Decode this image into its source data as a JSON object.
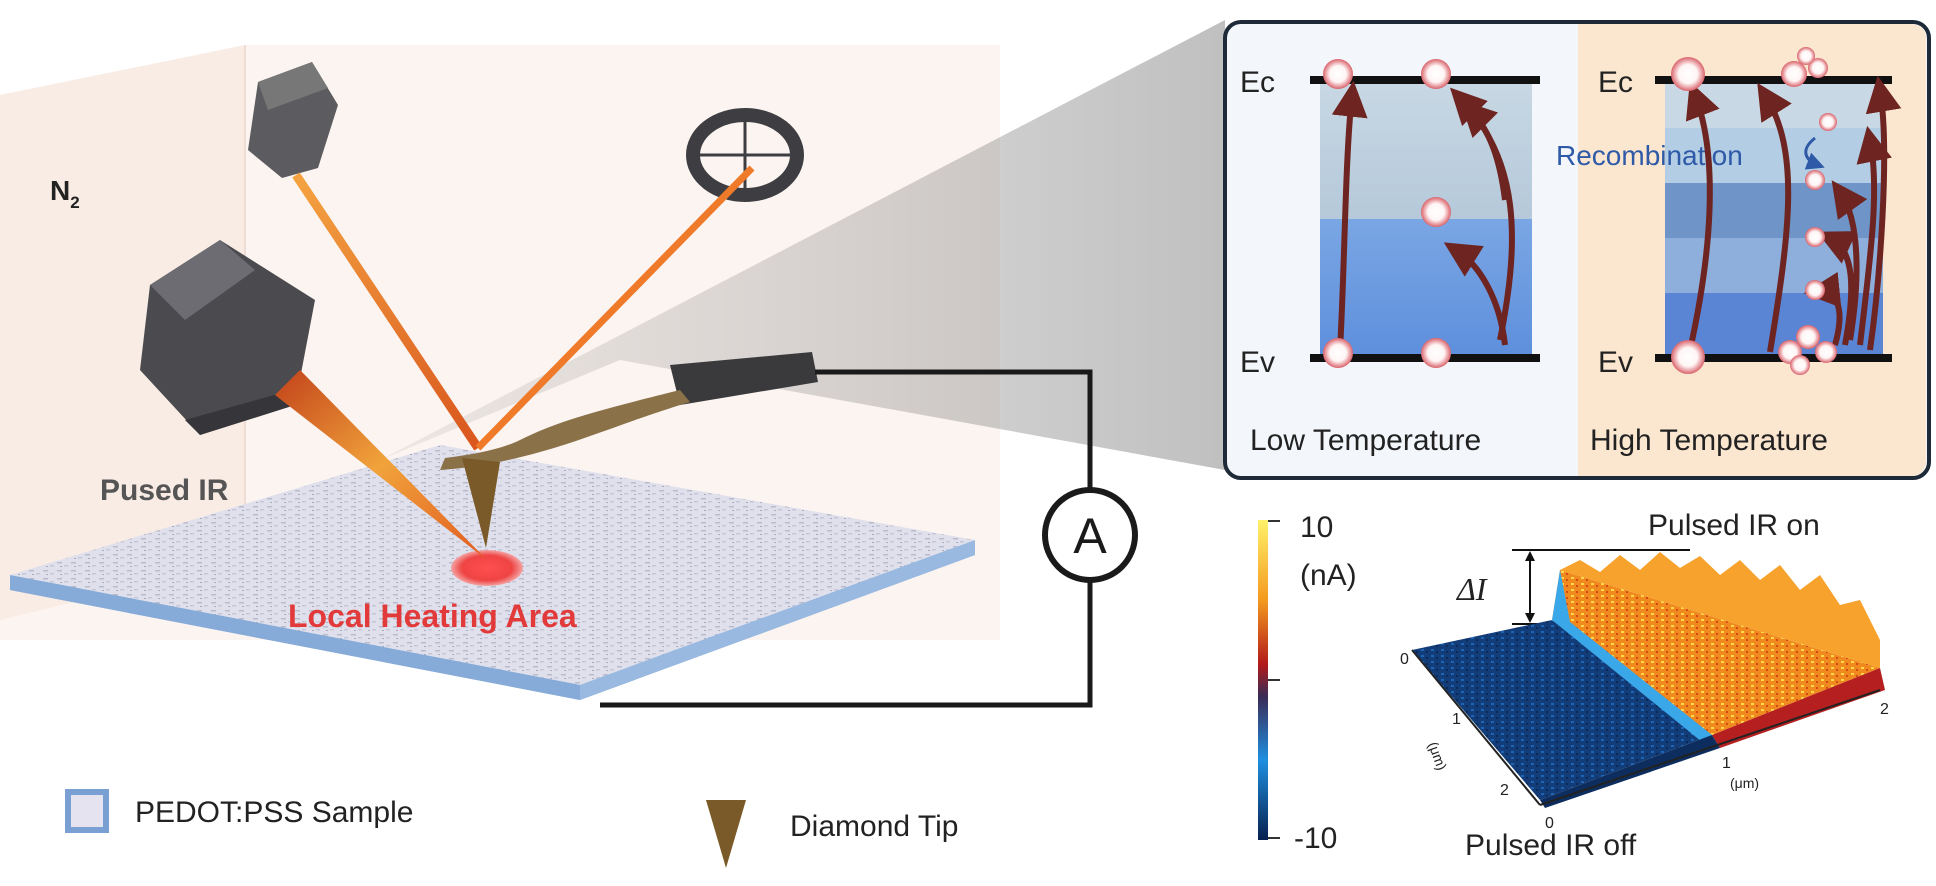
{
  "left": {
    "gas_main": "N",
    "gas_sub": "2",
    "ir_label": "Pused IR",
    "heating_label": "Local Heating Area",
    "ammeter_symbol": "A"
  },
  "legend": {
    "sample": "PEDOT:PSS Sample",
    "tip": "Diamond Tip"
  },
  "bands": {
    "low": {
      "title": "Low Temperature",
      "ec": "Ec",
      "ev": "Ev"
    },
    "high": {
      "title": "High Temperature",
      "ec": "Ec",
      "ev": "Ev",
      "recombination": "Recombination"
    }
  },
  "afm": {
    "colorbar_max": "10",
    "colorbar_unit": "(nA)",
    "colorbar_min": "-10",
    "on_label": "Pulsed IR on",
    "off_label": "Pulsed IR off",
    "delta_label": "ΔI",
    "axis_unit": "(μm)",
    "x_ticks": [
      "0",
      "1",
      "2"
    ],
    "y_ticks": [
      "0",
      "1",
      "2"
    ]
  },
  "colors": {
    "laser": "#e8742a",
    "heating": "#e23a3a",
    "band_arrow": "#6e2420",
    "recombination": "#2e5aa8",
    "high_bg": "#fbe6d0",
    "low_bg": "#f3f7fb"
  }
}
